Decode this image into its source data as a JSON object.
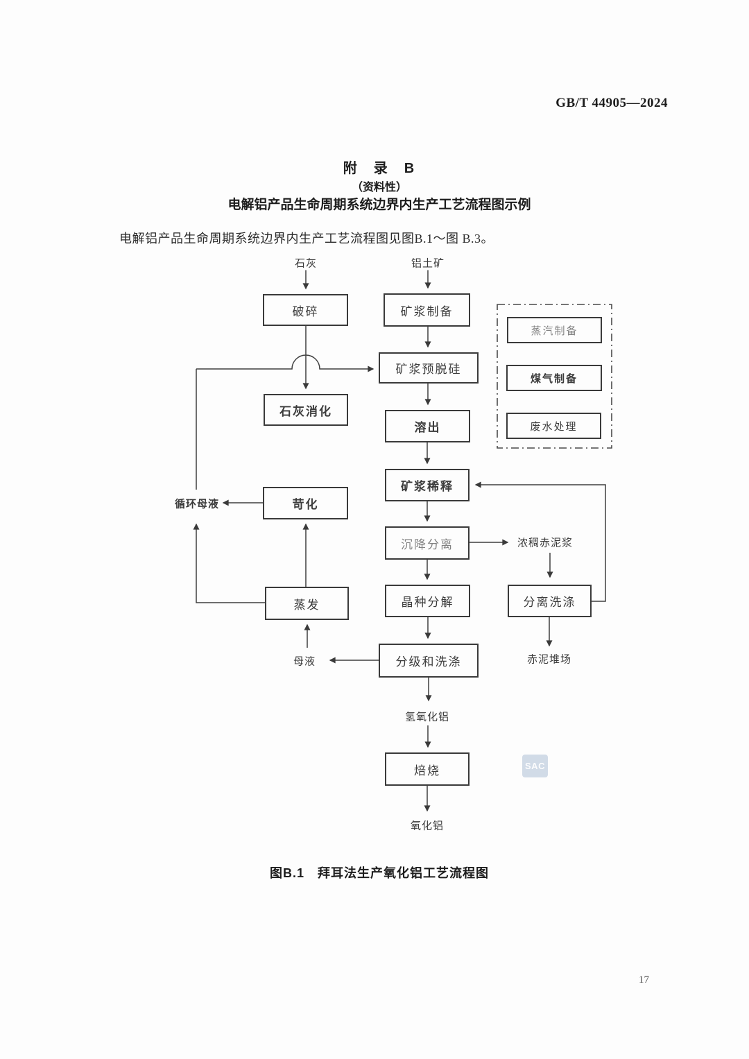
{
  "page": {
    "header": "GB/T 44905—2024",
    "appendix_title": "附　录　B",
    "appendix_subtitle": "（资料性）",
    "appendix_heading": "电解铝产品生命周期系统边界内生产工艺流程图示例",
    "body_text": "电解铝产品生命周期系统边界内生产工艺流程图见图B.1～图 B.3。",
    "figure_caption": "图B.1　拜耳法生产氧化铝工艺流程图",
    "page_number": "17",
    "watermark_text": "SAC"
  },
  "flowchart": {
    "boxes": [
      {
        "id": "crushing",
        "label": "破碎"
      },
      {
        "id": "slurry-preparation",
        "label": "矿浆制备"
      },
      {
        "id": "slurry-pre-desilication",
        "label": "矿浆预脱硅"
      },
      {
        "id": "lime-digestion",
        "label": "石灰消化"
      },
      {
        "id": "dissolution",
        "label": "溶出"
      },
      {
        "id": "slurry-dilution",
        "label": "矿浆稀释"
      },
      {
        "id": "causticization",
        "label": "苛化"
      },
      {
        "id": "settling-separation",
        "label": "沉降分离"
      },
      {
        "id": "evaporation",
        "label": "蒸发"
      },
      {
        "id": "seed-decomposition",
        "label": "晶种分解"
      },
      {
        "id": "separation-washing",
        "label": "分离洗涤"
      },
      {
        "id": "classification-and-washing",
        "label": "分级和洗涤"
      },
      {
        "id": "roasting",
        "label": "焙烧"
      },
      {
        "id": "steam-preparation",
        "label": "蒸汽制备"
      },
      {
        "id": "gas-preparation",
        "label": "煤气制备"
      },
      {
        "id": "wastewater-treatment",
        "label": "废水处理"
      }
    ],
    "labels": [
      {
        "id": "lime",
        "label": "石灰"
      },
      {
        "id": "bauxite",
        "label": "铝土矿"
      },
      {
        "id": "circulating-mother-liquor",
        "label": "循环母液"
      },
      {
        "id": "thick-red-mud-slurry",
        "label": "浓稠赤泥浆"
      },
      {
        "id": "mother-liquor",
        "label": "母液"
      },
      {
        "id": "red-mud-yard",
        "label": "赤泥堆场"
      },
      {
        "id": "aluminum-hydroxide",
        "label": "氢氧化铝"
      },
      {
        "id": "alumina",
        "label": "氧化铝"
      }
    ]
  }
}
